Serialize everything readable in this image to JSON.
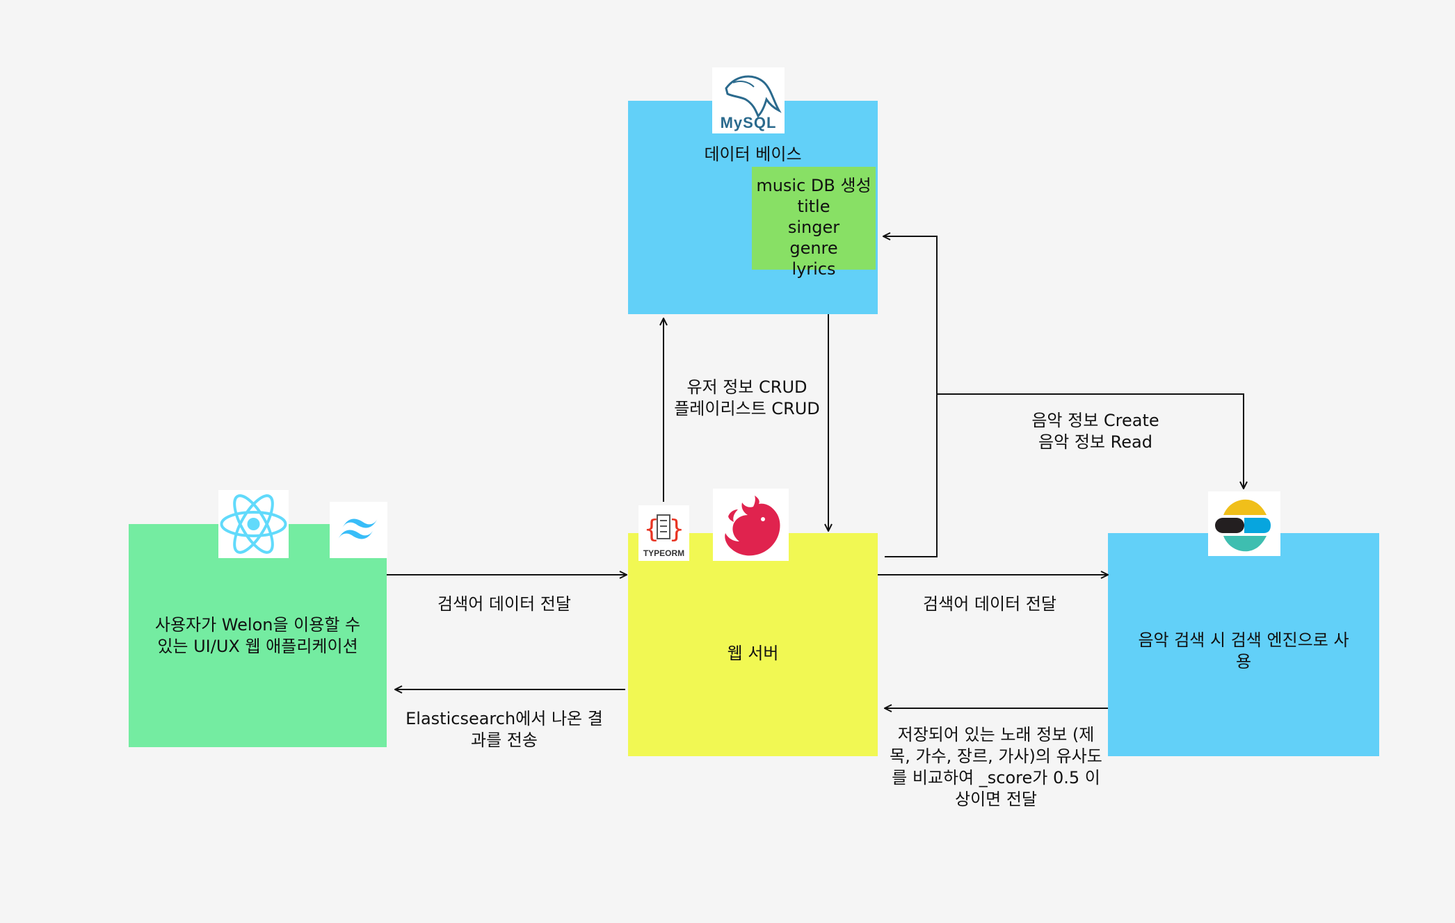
{
  "database": {
    "title": "데이터 베이스",
    "schema_lines": [
      "music DB 생성",
      "title",
      "singer",
      "genre",
      "lyrics"
    ],
    "logo_text": "MySQL"
  },
  "client": {
    "label": "사용자가 Welon을 이용할 수\n있는 UI/UX 웹 애플리케이션"
  },
  "server": {
    "label": "웹 서버",
    "orm_logo_text": "TYPEORM"
  },
  "search_engine": {
    "label": "음악 검색 시 검색 엔진으로 사\n용"
  },
  "edges": {
    "crud": "유저 정보 CRUD\n플레이리스트 CRUD",
    "music_info": "음악 정보 Create\n음악 정보 Read",
    "client_to_server": "검색어 데이터 전달",
    "server_to_client": "Elasticsearch에서 나온 결\n과를 전송",
    "server_to_search": "검색어 데이터 전달",
    "search_to_server": "저장되어 있는 노래 정보 (제\n목, 가수, 장르, 가사)의 유사도\n를 비교하여 _score가 0.5 이\n상이면 전달"
  },
  "colors": {
    "database": "#62d0f8",
    "schema": "#88e065",
    "client": "#74eca1",
    "server": "#f1f853",
    "search_engine": "#62d0f8",
    "background": "#f5f5f5"
  }
}
